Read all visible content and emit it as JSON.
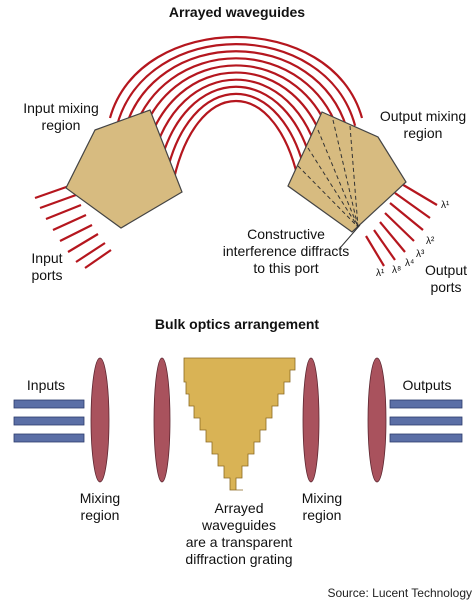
{
  "titles": {
    "top": "Arrayed waveguides",
    "bottom": "Bulk optics arrangement"
  },
  "top_labels": {
    "input_mixing_line1": "Input mixing",
    "input_mixing_line2": "region",
    "output_mixing_line1": "Output mixing",
    "output_mixing_line2": "region",
    "input_ports_line1": "Input",
    "input_ports_line2": "ports",
    "output_ports_line1": "Output",
    "output_ports_line2": "ports",
    "constructive_line1": "Constructive",
    "constructive_line2": "interference diffracts",
    "constructive_line3": "to this port"
  },
  "wavelength_labels": [
    "λ¹",
    "λ⁸",
    "λ⁴",
    "λ³",
    "λ²",
    "λ¹"
  ],
  "bottom_labels": {
    "inputs": "Inputs",
    "outputs": "Outputs",
    "mixing_left_line1": "Mixing",
    "mixing_left_line2": "region",
    "mixing_right_line1": "Mixing",
    "mixing_right_line2": "region",
    "arrayed_line1": "Arrayed",
    "arrayed_line2": "waveguides",
    "arrayed_line3": "are a transparent",
    "arrayed_line4": "diffraction grating"
  },
  "source": "Source: Lucent Technology",
  "colors": {
    "waveguide": "#b5161e",
    "region_fill": "#d7bb80",
    "region_stroke": "#444444",
    "lens_fill": "#a9525d",
    "fiber_fill": "#5b6fa6",
    "grating_fill": "#d9b355"
  }
}
